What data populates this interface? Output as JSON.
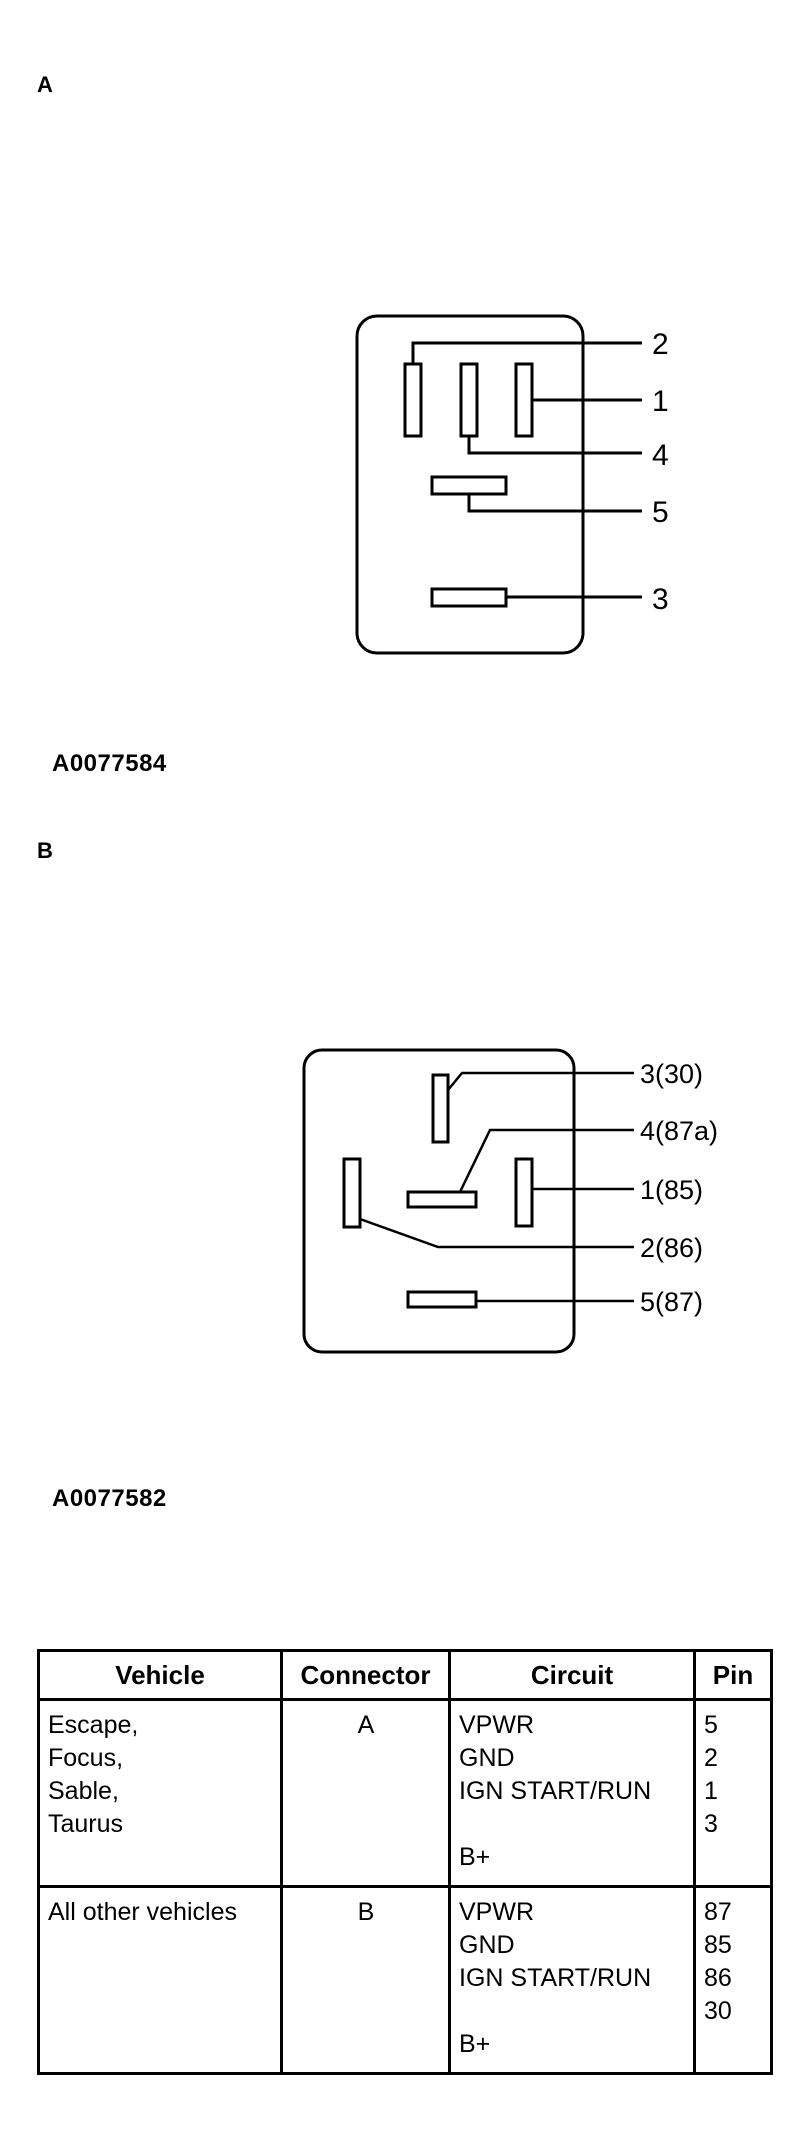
{
  "diagram_a": {
    "section_label": "A",
    "figure_id": "A0077584",
    "pin_labels": [
      "2",
      "1",
      "4",
      "5",
      "3"
    ]
  },
  "diagram_b": {
    "section_label": "B",
    "figure_id": "A0077582",
    "pin_labels": [
      "3(30)",
      "4(87a)",
      "1(85)",
      "2(86)",
      "5(87)"
    ]
  },
  "table": {
    "headers": [
      "Vehicle",
      "Connector",
      "Circuit",
      "Pin"
    ],
    "rows": [
      {
        "vehicle": [
          "Escape,",
          "Focus,",
          "Sable,",
          "Taurus"
        ],
        "connector": "A",
        "circuit": [
          "VPWR",
          "GND",
          "IGN START/RUN",
          "",
          "B+"
        ],
        "pin": [
          "5",
          "2",
          "1",
          "3"
        ]
      },
      {
        "vehicle": [
          "All other vehicles"
        ],
        "connector": "B",
        "circuit": [
          "VPWR",
          "GND",
          "IGN START/RUN",
          "",
          "B+"
        ],
        "pin": [
          "87",
          "85",
          "86",
          "30"
        ]
      }
    ]
  }
}
